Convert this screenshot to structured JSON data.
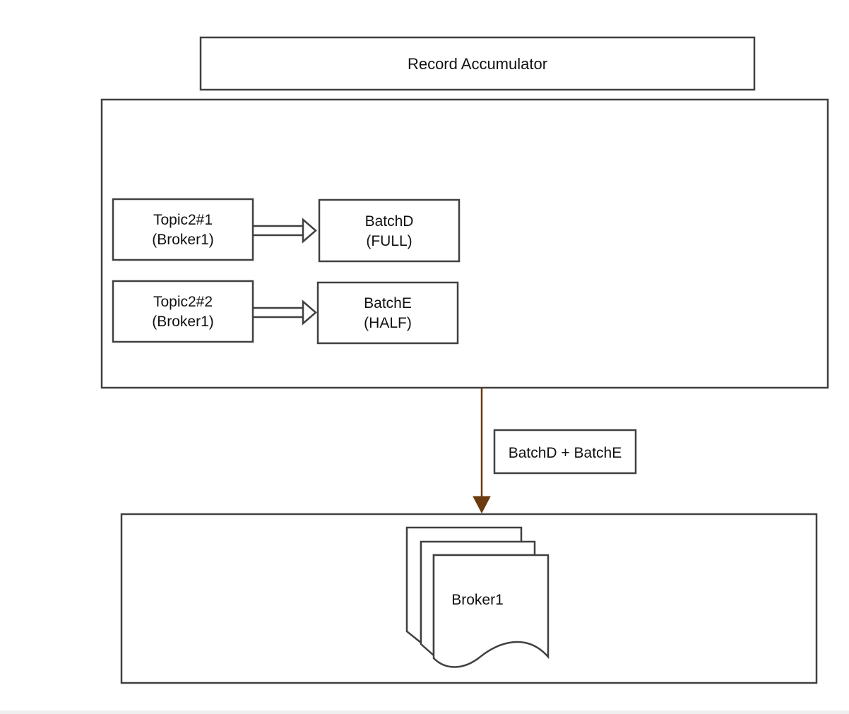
{
  "title": "Record Accumulator",
  "partitions": [
    {
      "line1": "Topic2#1",
      "line2": "(Broker1)"
    },
    {
      "line1": "Topic2#2",
      "line2": "(Broker1)"
    }
  ],
  "batches": [
    {
      "line1": "BatchD",
      "line2": "(FULL)"
    },
    {
      "line1": "BatchE",
      "line2": "(HALF)"
    }
  ],
  "edge_label": "BatchD + BatchE",
  "broker_label": "Broker1",
  "colors": {
    "stroke": "#404040",
    "edge": "#6b3a0e",
    "text": "#111111",
    "background": "#ffffff"
  }
}
